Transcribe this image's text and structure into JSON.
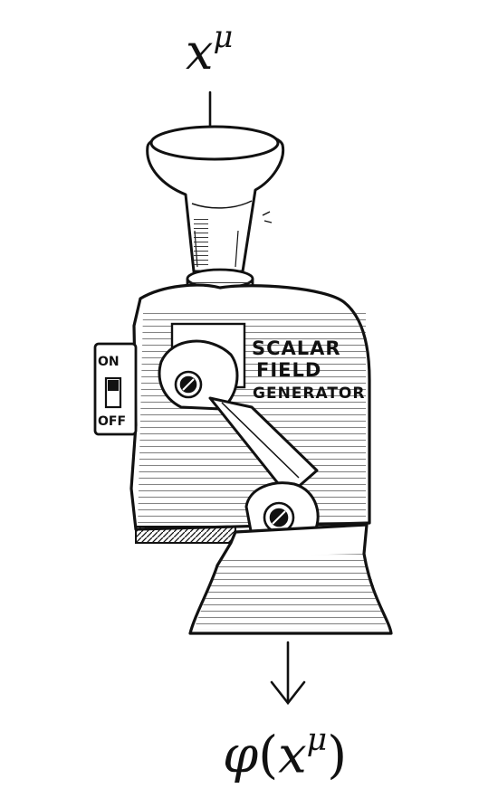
{
  "diagram": {
    "input_label": {
      "symbol": "x",
      "superscript": "μ"
    },
    "output_label": {
      "function": "φ",
      "open_paren": "(",
      "symbol": "x",
      "superscript": "μ",
      "close_paren": ")"
    },
    "switch": {
      "on_label": "ON",
      "off_label": "OFF"
    },
    "nameplate": {
      "line1": "SCALAR",
      "line2": "FIELD",
      "line3": "GENERATOR"
    }
  }
}
